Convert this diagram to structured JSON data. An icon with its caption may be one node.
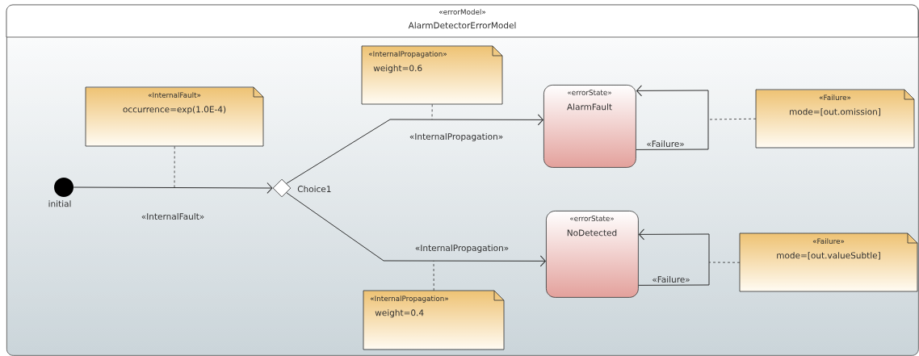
{
  "diagram": {
    "nodes": [
      {
        "text": [
          "«errorModel»",
          "AlarmDetectorErrorModel"
        ]
      },
      {
        "text": [],
        "shape": "circle",
        "beside": [
          "initial"
        ],
        "in": 0
      },
      {
        "text": [],
        "shape": "diamond",
        "beside": [
          "Choice1"
        ],
        "in": 0
      },
      {
        "text": [
          "«errorState»",
          "AlarmFault"
        ],
        "in": 0
      },
      {
        "text": [
          "«errorState»",
          "NoDetected"
        ],
        "in": 0
      },
      {
        "text": [
          "«InternalFault»",
          "occurrence=exp(1.0E-4)"
        ],
        "in": 0
      },
      {
        "text": [
          "«InternalPropagation»",
          "weight=0.6"
        ],
        "in": 0
      },
      {
        "text": [
          "«InternalPropagation»",
          "weight=0.4"
        ],
        "in": 0
      },
      {
        "text": [
          "«Failure»",
          "mode=[out.omission]"
        ],
        "in": 0
      },
      {
        "text": [
          "«Failure»",
          "mode=[out.valueSubtle]"
        ],
        "in": 0
      }
    ],
    "edges": [
      {
        "from": 1,
        "to": 2,
        "arrow": "to",
        "label": "«InternalFault»"
      },
      {
        "from": 2,
        "to": 3,
        "arrow": "to",
        "label": "«InternalPropagation»"
      },
      {
        "from": 2,
        "to": 4,
        "arrow": "to",
        "label": "«InternalPropagation»"
      },
      {
        "from": 3,
        "to": 3,
        "arrow": "to",
        "label": "«Failure»"
      },
      {
        "from": 4,
        "to": 4,
        "arrow": "to",
        "label": "«Failure»"
      },
      {
        "from": 5,
        "to": null,
        "arrow": "none",
        "style": "dashed"
      },
      {
        "from": 6,
        "to": null,
        "arrow": "none",
        "style": "dashed"
      },
      {
        "from": 7,
        "to": null,
        "arrow": "none",
        "style": "dashed"
      },
      {
        "from": 8,
        "to": null,
        "arrow": "none",
        "style": "dashed"
      },
      {
        "from": 9,
        "to": null,
        "arrow": "none",
        "style": "dashed"
      }
    ]
  }
}
